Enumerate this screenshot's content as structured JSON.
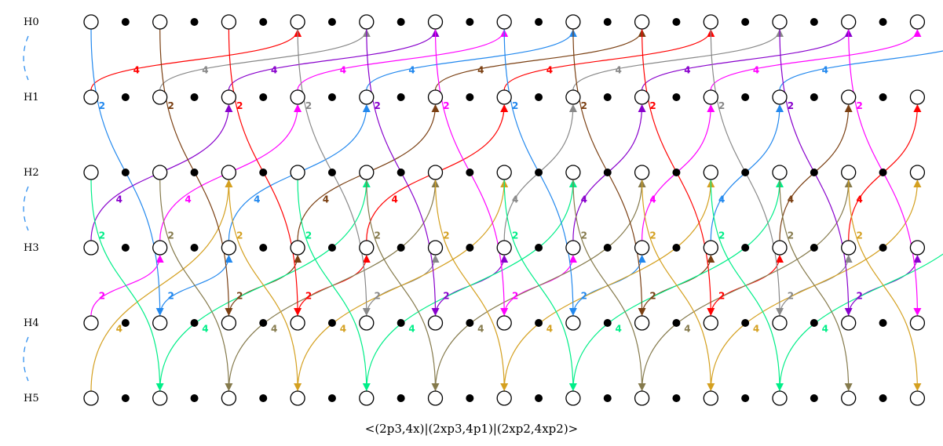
{
  "caption": "<(2p3,4x)|(2xp3,4p1)|(2xp2,4xp2)>",
  "rows": [
    "H0",
    "H1",
    "H2",
    "H3",
    "H4",
    "H5"
  ],
  "columns": 13,
  "colors": {
    "red": "#ff0000",
    "gray": "#888888",
    "violet": "#8800cc",
    "magenta": "#ff00ff",
    "blue": "#2288ee",
    "brown": "#7a3f12",
    "olive": "#857a4c",
    "gold": "#d4a020",
    "green": "#00ee88"
  },
  "arrows": [
    {
      "from": [
        1,
        0
      ],
      "to": [
        0,
        3
      ],
      "color": "red",
      "label": "4"
    },
    {
      "from": [
        1,
        1
      ],
      "to": [
        0,
        4
      ],
      "color": "gray",
      "label": "4"
    },
    {
      "from": [
        1,
        2
      ],
      "to": [
        0,
        5
      ],
      "color": "violet",
      "label": "4"
    },
    {
      "from": [
        1,
        3
      ],
      "to": [
        0,
        6
      ],
      "color": "magenta",
      "label": "4"
    },
    {
      "from": [
        1,
        4
      ],
      "to": [
        0,
        7
      ],
      "color": "blue",
      "label": "4"
    },
    {
      "from": [
        1,
        5
      ],
      "to": [
        0,
        8
      ],
      "color": "brown",
      "label": "4"
    },
    {
      "from": [
        1,
        6
      ],
      "to": [
        0,
        9
      ],
      "color": "red",
      "label": "4"
    },
    {
      "from": [
        1,
        7
      ],
      "to": [
        0,
        10
      ],
      "color": "gray",
      "label": "4"
    },
    {
      "from": [
        1,
        8
      ],
      "to": [
        0,
        11
      ],
      "color": "violet",
      "label": "4"
    },
    {
      "from": [
        1,
        9
      ],
      "to": [
        0,
        12
      ],
      "color": "magenta",
      "label": "4"
    },
    {
      "from": [
        1,
        10
      ],
      "to": [
        0,
        13
      ],
      "color": "blue",
      "label": "4"
    },
    {
      "from": [
        3,
        0
      ],
      "to": [
        1,
        2
      ],
      "color": "violet",
      "label": "4"
    },
    {
      "from": [
        3,
        1
      ],
      "to": [
        1,
        3
      ],
      "color": "magenta",
      "label": "4"
    },
    {
      "from": [
        3,
        2
      ],
      "to": [
        1,
        4
      ],
      "color": "blue",
      "label": "4"
    },
    {
      "from": [
        3,
        3
      ],
      "to": [
        1,
        5
      ],
      "color": "brown",
      "label": "4"
    },
    {
      "from": [
        3,
        4
      ],
      "to": [
        1,
        6
      ],
      "color": "red",
      "label": "4"
    },
    {
      "from": [
        3,
        6
      ],
      "to": [
        1,
        7
      ],
      "color": "gray",
      "label": "4"
    },
    {
      "from": [
        3,
        7
      ],
      "to": [
        1,
        8
      ],
      "color": "violet",
      "label": "4"
    },
    {
      "from": [
        3,
        8
      ],
      "to": [
        1,
        9
      ],
      "color": "magenta",
      "label": "4"
    },
    {
      "from": [
        3,
        9
      ],
      "to": [
        1,
        10
      ],
      "color": "blue",
      "label": "4"
    },
    {
      "from": [
        3,
        10
      ],
      "to": [
        1,
        11
      ],
      "color": "brown",
      "label": "4"
    },
    {
      "from": [
        3,
        11
      ],
      "to": [
        1,
        12
      ],
      "color": "red",
      "label": "4"
    },
    {
      "from": [
        4,
        0
      ],
      "to": [
        3,
        1
      ],
      "color": "magenta",
      "label": "2"
    },
    {
      "from": [
        4,
        1
      ],
      "to": [
        3,
        2
      ],
      "color": "blue",
      "label": "2"
    },
    {
      "from": [
        4,
        2
      ],
      "to": [
        3,
        3
      ],
      "color": "brown",
      "label": "2"
    },
    {
      "from": [
        4,
        3
      ],
      "to": [
        3,
        4
      ],
      "color": "red",
      "label": "2"
    },
    {
      "from": [
        4,
        4
      ],
      "to": [
        3,
        5
      ],
      "color": "gray",
      "label": "2"
    },
    {
      "from": [
        4,
        5
      ],
      "to": [
        3,
        6
      ],
      "color": "violet",
      "label": "2"
    },
    {
      "from": [
        4,
        6
      ],
      "to": [
        3,
        7
      ],
      "color": "magenta",
      "label": "2"
    },
    {
      "from": [
        4,
        7
      ],
      "to": [
        3,
        8
      ],
      "color": "blue",
      "label": "2"
    },
    {
      "from": [
        4,
        8
      ],
      "to": [
        3,
        9
      ],
      "color": "brown",
      "label": "2"
    },
    {
      "from": [
        4,
        9
      ],
      "to": [
        3,
        10
      ],
      "color": "red",
      "label": "2"
    },
    {
      "from": [
        4,
        10
      ],
      "to": [
        3,
        11
      ],
      "color": "gray",
      "label": "2"
    },
    {
      "from": [
        4,
        11
      ],
      "to": [
        3,
        12
      ],
      "color": "violet",
      "label": "2"
    },
    {
      "from": [
        5,
        0
      ],
      "to": [
        2,
        2
      ],
      "color": "gold",
      "label": "4"
    },
    {
      "from": [
        5,
        1
      ],
      "to": [
        2,
        4
      ],
      "color": "green",
      "label": "4"
    },
    {
      "from": [
        5,
        2
      ],
      "to": [
        2,
        5
      ],
      "color": "olive",
      "label": "4"
    },
    {
      "from": [
        5,
        3
      ],
      "to": [
        2,
        6
      ],
      "color": "gold",
      "label": "4"
    },
    {
      "from": [
        5,
        4
      ],
      "to": [
        2,
        7
      ],
      "color": "green",
      "label": "4"
    },
    {
      "from": [
        5,
        5
      ],
      "to": [
        2,
        8
      ],
      "color": "olive",
      "label": "4"
    },
    {
      "from": [
        5,
        6
      ],
      "to": [
        2,
        9
      ],
      "color": "gold",
      "label": "4"
    },
    {
      "from": [
        5,
        7
      ],
      "to": [
        2,
        10
      ],
      "color": "green",
      "label": "4"
    },
    {
      "from": [
        5,
        8
      ],
      "to": [
        2,
        11
      ],
      "color": "olive",
      "label": "4"
    },
    {
      "from": [
        5,
        9
      ],
      "to": [
        2,
        12
      ],
      "color": "gold",
      "label": "4"
    },
    {
      "from": [
        5,
        10
      ],
      "to": [
        2,
        13
      ],
      "color": "green",
      "label": "4"
    },
    {
      "from": [
        0,
        0
      ],
      "to": [
        4,
        1
      ],
      "color": "blue",
      "label": "2"
    },
    {
      "from": [
        0,
        1
      ],
      "to": [
        4,
        2
      ],
      "color": "brown",
      "label": "2"
    },
    {
      "from": [
        0,
        2
      ],
      "to": [
        4,
        3
      ],
      "color": "red",
      "label": "2"
    },
    {
      "from": [
        0,
        3
      ],
      "to": [
        4,
        4
      ],
      "color": "gray",
      "label": "2"
    },
    {
      "from": [
        0,
        4
      ],
      "to": [
        4,
        5
      ],
      "color": "violet",
      "label": "2"
    },
    {
      "from": [
        0,
        5
      ],
      "to": [
        4,
        6
      ],
      "color": "magenta",
      "label": "2"
    },
    {
      "from": [
        0,
        6
      ],
      "to": [
        4,
        7
      ],
      "color": "blue",
      "label": "2"
    },
    {
      "from": [
        0,
        7
      ],
      "to": [
        4,
        8
      ],
      "color": "brown",
      "label": "2"
    },
    {
      "from": [
        0,
        8
      ],
      "to": [
        4,
        9
      ],
      "color": "red",
      "label": "2"
    },
    {
      "from": [
        0,
        9
      ],
      "to": [
        4,
        10
      ],
      "color": "gray",
      "label": "2"
    },
    {
      "from": [
        0,
        10
      ],
      "to": [
        4,
        11
      ],
      "color": "violet",
      "label": "2"
    },
    {
      "from": [
        0,
        11
      ],
      "to": [
        4,
        12
      ],
      "color": "magenta",
      "label": "2"
    },
    {
      "from": [
        2,
        0
      ],
      "to": [
        5,
        1
      ],
      "color": "green",
      "label": "2"
    },
    {
      "from": [
        2,
        1
      ],
      "to": [
        5,
        2
      ],
      "color": "olive",
      "label": "2"
    },
    {
      "from": [
        2,
        2
      ],
      "to": [
        5,
        3
      ],
      "color": "gold",
      "label": "2"
    },
    {
      "from": [
        2,
        3
      ],
      "to": [
        5,
        4
      ],
      "color": "green",
      "label": "2"
    },
    {
      "from": [
        2,
        4
      ],
      "to": [
        5,
        5
      ],
      "color": "olive",
      "label": "2"
    },
    {
      "from": [
        2,
        5
      ],
      "to": [
        5,
        6
      ],
      "color": "gold",
      "label": "2"
    },
    {
      "from": [
        2,
        6
      ],
      "to": [
        5,
        7
      ],
      "color": "green",
      "label": "2"
    },
    {
      "from": [
        2,
        7
      ],
      "to": [
        5,
        8
      ],
      "color": "olive",
      "label": "2"
    },
    {
      "from": [
        2,
        8
      ],
      "to": [
        5,
        9
      ],
      "color": "gold",
      "label": "2"
    },
    {
      "from": [
        2,
        9
      ],
      "to": [
        5,
        10
      ],
      "color": "green",
      "label": "2"
    },
    {
      "from": [
        2,
        10
      ],
      "to": [
        5,
        11
      ],
      "color": "olive",
      "label": "2"
    },
    {
      "from": [
        2,
        11
      ],
      "to": [
        5,
        12
      ],
      "color": "gold",
      "label": "2"
    }
  ]
}
